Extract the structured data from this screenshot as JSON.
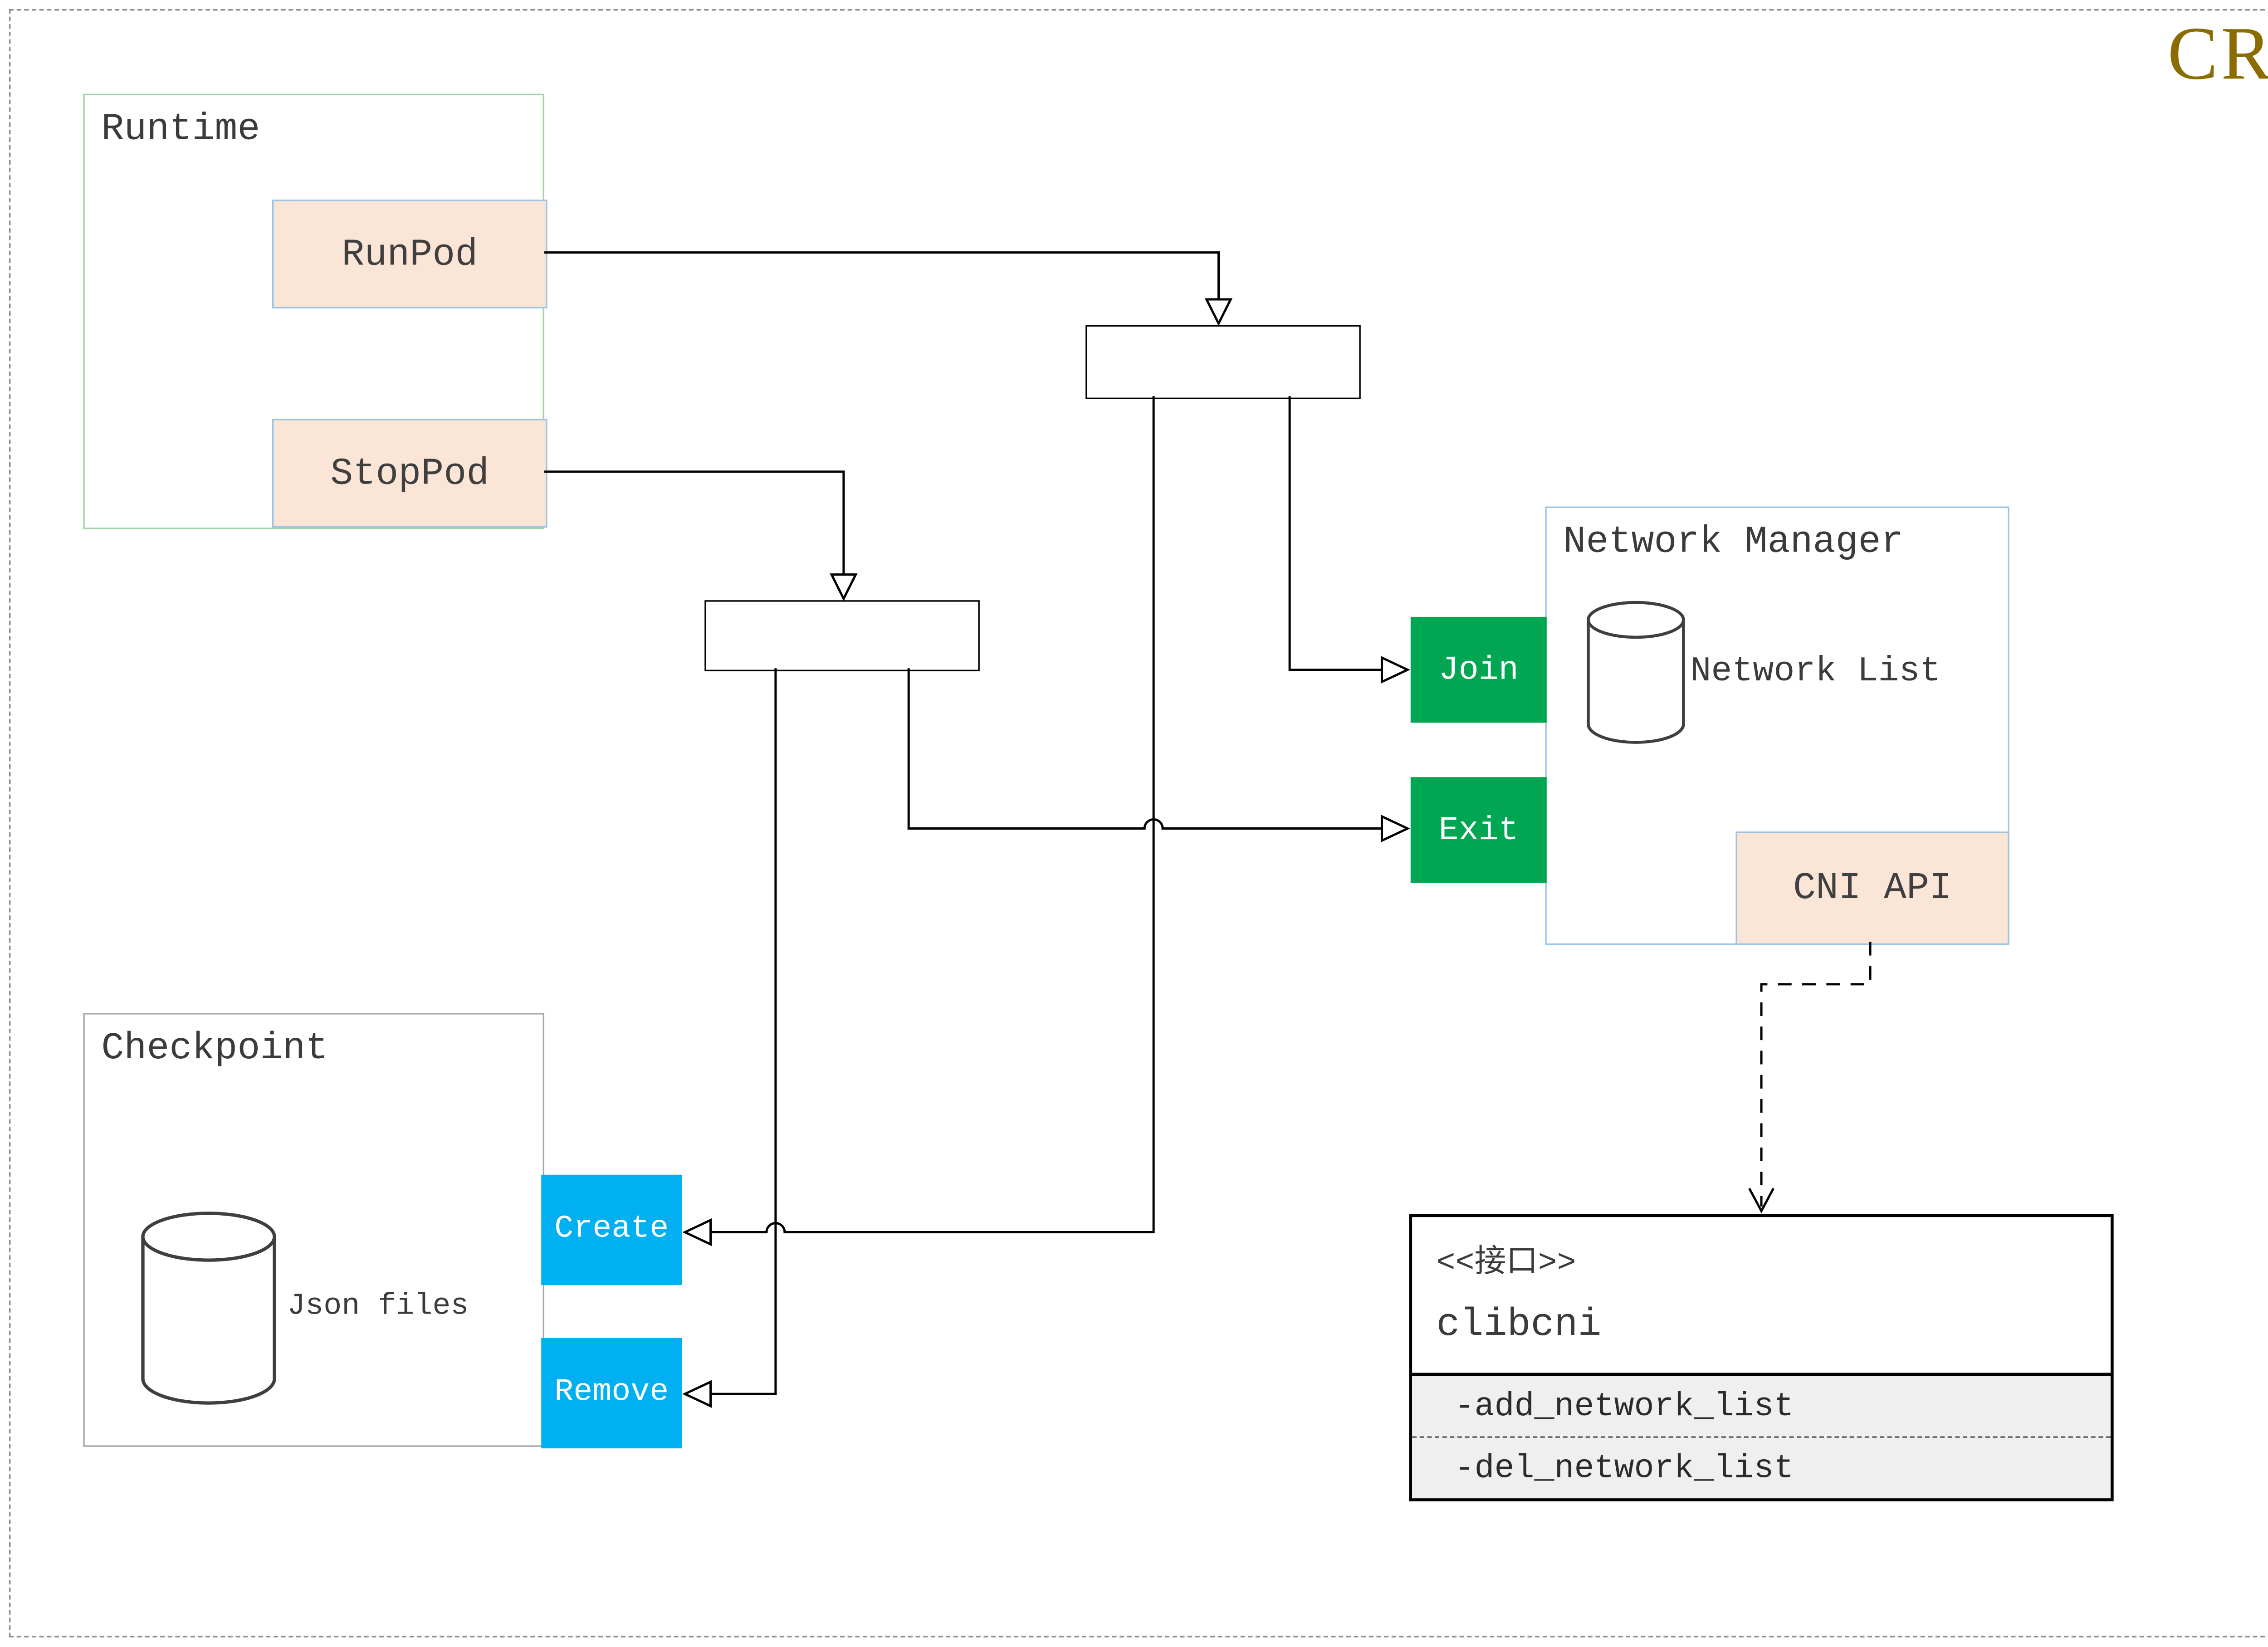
{
  "title": {
    "text": "CRI"
  },
  "runtime": {
    "label": "Runtime",
    "runpod": "RunPod",
    "stoppod": "StopPod"
  },
  "network_manager": {
    "label": "Network Manager",
    "network_list": "Network List",
    "join": "Join",
    "exit": "Exit",
    "cni_api": "CNI API"
  },
  "checkpoint": {
    "label": "Checkpoint",
    "json_files": "Json files",
    "create": "Create",
    "remove": "Remove"
  },
  "interface_box": {
    "stereotype": "<<接口>>",
    "name": "clibcni",
    "methods": [
      "-add_network_list",
      "-del_network_list"
    ]
  },
  "colors": {
    "title": "#8a6c00",
    "runtime_border": "#9ed2a5",
    "nm_border": "#9dc3e6",
    "checkpoint_border": "#a6a6a6",
    "peach_fill": "#fbe5d6",
    "peach_border": "#9dc3e6",
    "green": "#00a651",
    "blue": "#00b0f0",
    "methods_bg": "#efefef"
  }
}
